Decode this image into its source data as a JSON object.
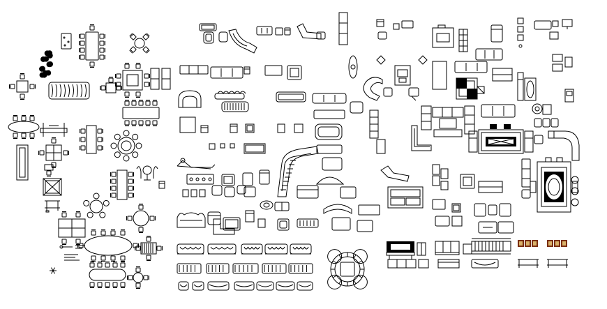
{
  "drawing": {
    "background": "#ffffff",
    "line_color": "#000000",
    "accent_brown": "#7a2e12",
    "accent_gold": "#d9b26a",
    "visible_text": []
  },
  "groups": [
    {
      "name": "dining-tables-column",
      "blocks": [
        "round-table-4-chairs",
        "rect-table-8-chairs",
        "oval-table-10-chairs",
        "square-table-4-chairs",
        "round-table-8-chairs",
        "round-table-6-chairs"
      ]
    },
    {
      "name": "sofas-and-armchairs",
      "blocks": [
        "three-seat-sofa",
        "two-seat-sofa",
        "armchair",
        "corner-sofa",
        "chaise-longue",
        "curved-sectional"
      ]
    },
    {
      "name": "living-room-layouts",
      "blocks": [
        "sofa-set-with-coffee-table",
        "l-shaped-sectional",
        "fireplace-lounge"
      ]
    },
    {
      "name": "elevations",
      "blocks": [
        "sofa-elevation",
        "armchair-elevation",
        "cabinet-elevation"
      ]
    }
  ]
}
